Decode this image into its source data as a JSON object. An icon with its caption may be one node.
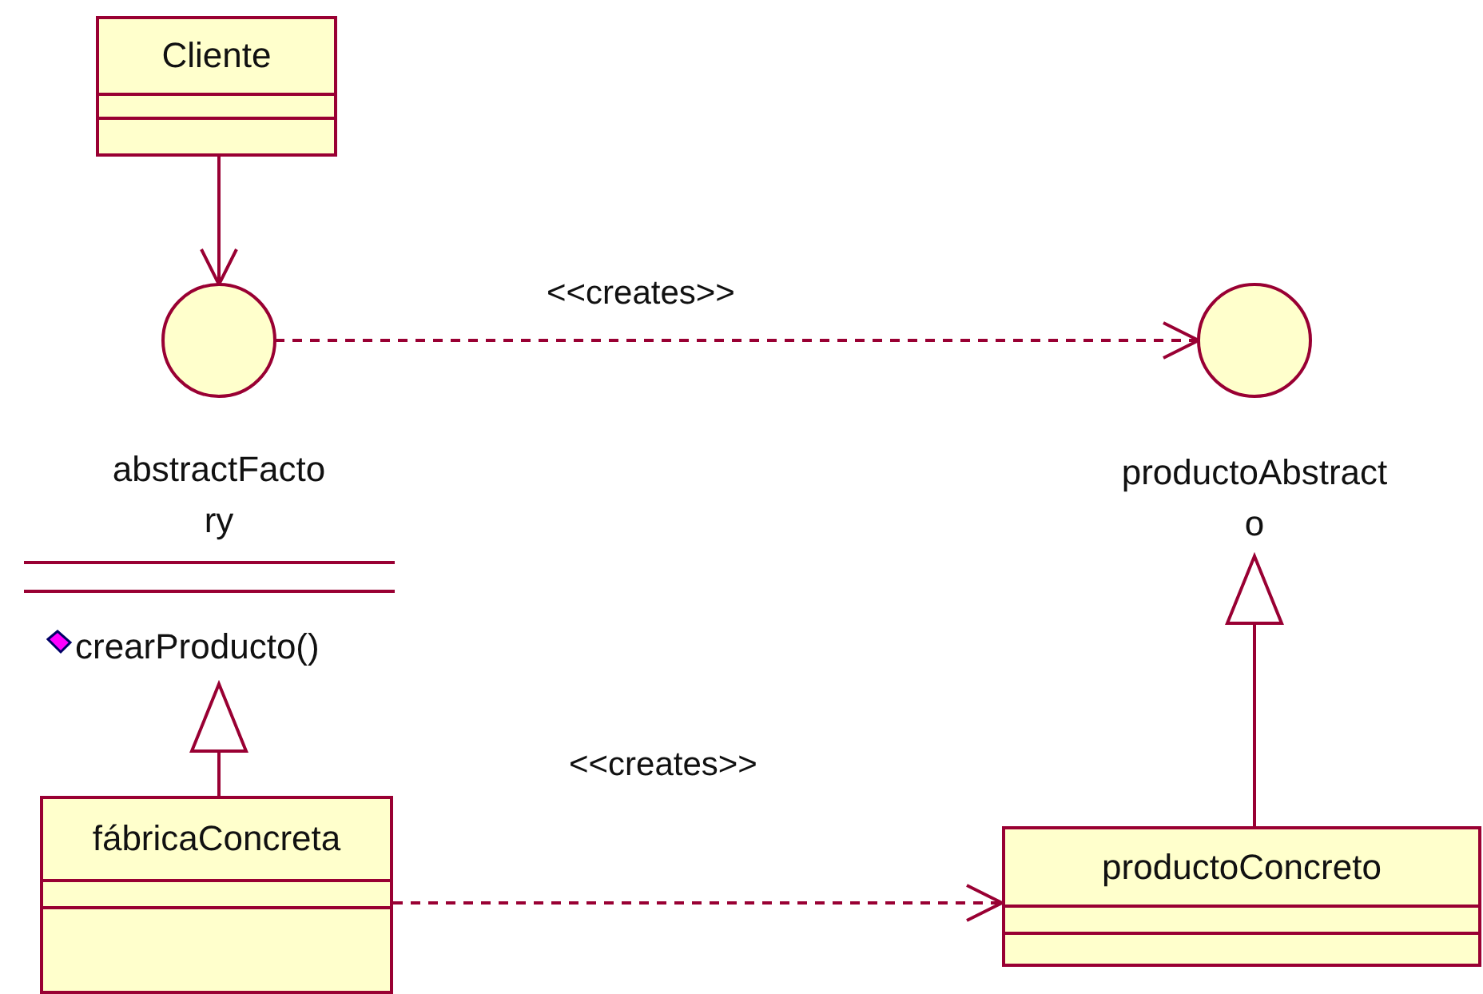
{
  "diagram": {
    "nodes": [
      {
        "text": [
          "Cliente"
        ]
      },
      {
        "text": [
          "abstractFactory",
          "crearProducto()"
        ]
      },
      {
        "text": [
          "productoAbstracto"
        ]
      },
      {
        "text": [
          "fábricaConcreta"
        ]
      },
      {
        "text": [
          "productoConcreto"
        ]
      }
    ],
    "edges": [
      {
        "from": 0,
        "to": 1,
        "arrow": "to"
      },
      {
        "from": 1,
        "to": 2,
        "arrow": "to",
        "label": "<<creates>>",
        "style": "dashed"
      },
      {
        "from": 3,
        "to": 1,
        "arrow": "to"
      },
      {
        "from": 3,
        "to": 4,
        "arrow": "to",
        "label": "<<creates>>",
        "style": "dashed"
      },
      {
        "from": 4,
        "to": 2,
        "arrow": "to"
      }
    ]
  }
}
